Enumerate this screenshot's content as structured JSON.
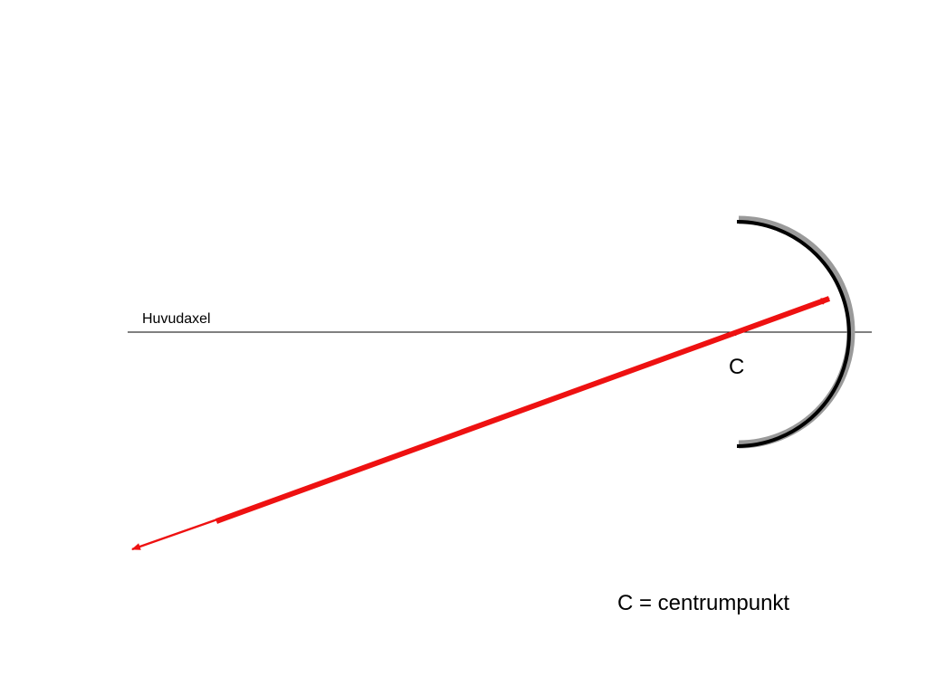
{
  "diagram": {
    "axis_label": "Huvudaxel",
    "center_label": "C",
    "legend_text": "C = centrumpunkt",
    "colors": {
      "background": "#ffffff",
      "axis": "#000000",
      "mirror": "#000000",
      "mirror_shadow": "#999999",
      "ray": "#ee1111"
    }
  }
}
